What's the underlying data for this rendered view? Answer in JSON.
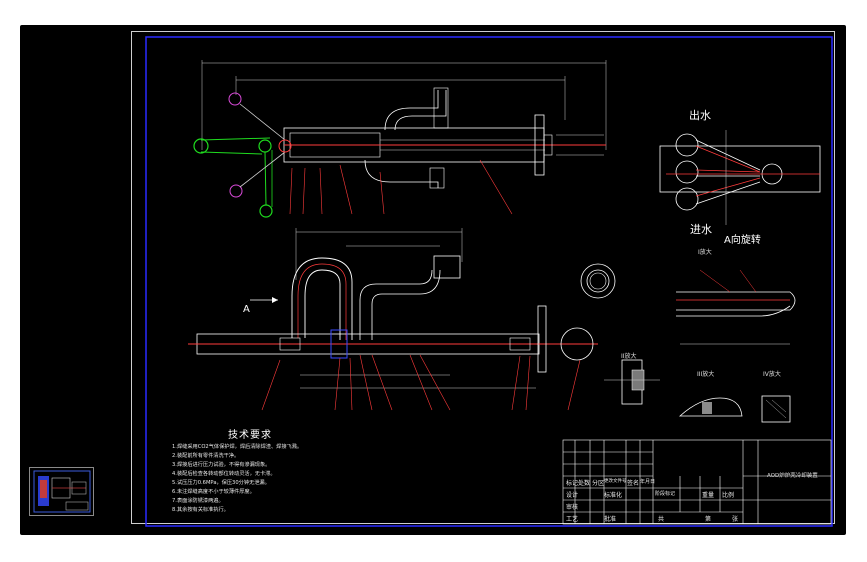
{
  "drawing": {
    "labels": {
      "outlet": "出水",
      "inlet": "进水",
      "rotate": "A向旋转",
      "view_a": "A",
      "enlarge_1": "I放大",
      "enlarge_2": "II放大",
      "enlarge_3": "III放大",
      "enlarge_4": "IV放大"
    },
    "technical_requirements": {
      "title": "技术要求",
      "items": [
        "1.焊缝采用CO2气体保护焊，焊后清除焊渣、焊接飞溅。",
        "2.装配前所有零件清洗干净。",
        "3.焊接后进行压力试验，不得有渗漏现象。",
        "4.装配后检查各转动部位转动灵活，无卡滞。",
        "5.试压压力0.6MPa，保压30分钟无泄漏。",
        "6.未注焊缝高度不小于较薄件厚度。",
        "7.表面涂防锈漆两遍。",
        "8.其余按有关标准执行。"
      ]
    },
    "title_block": {
      "drawing_name": "AOD炉炉壳冷却装置",
      "marking": "标记",
      "count": "处数",
      "zone": "分区",
      "change_doc": "更改文件号",
      "signature": "签名",
      "date": "年月日",
      "design": "设计",
      "standardization": "标准化",
      "review": "审核",
      "process": "工艺",
      "approve": "批准",
      "stage_mark": "阶段标记",
      "weight": "重量",
      "scale": "比例",
      "sheets_total": "共",
      "sheet_no": "第",
      "sheet_unit": "张"
    }
  }
}
